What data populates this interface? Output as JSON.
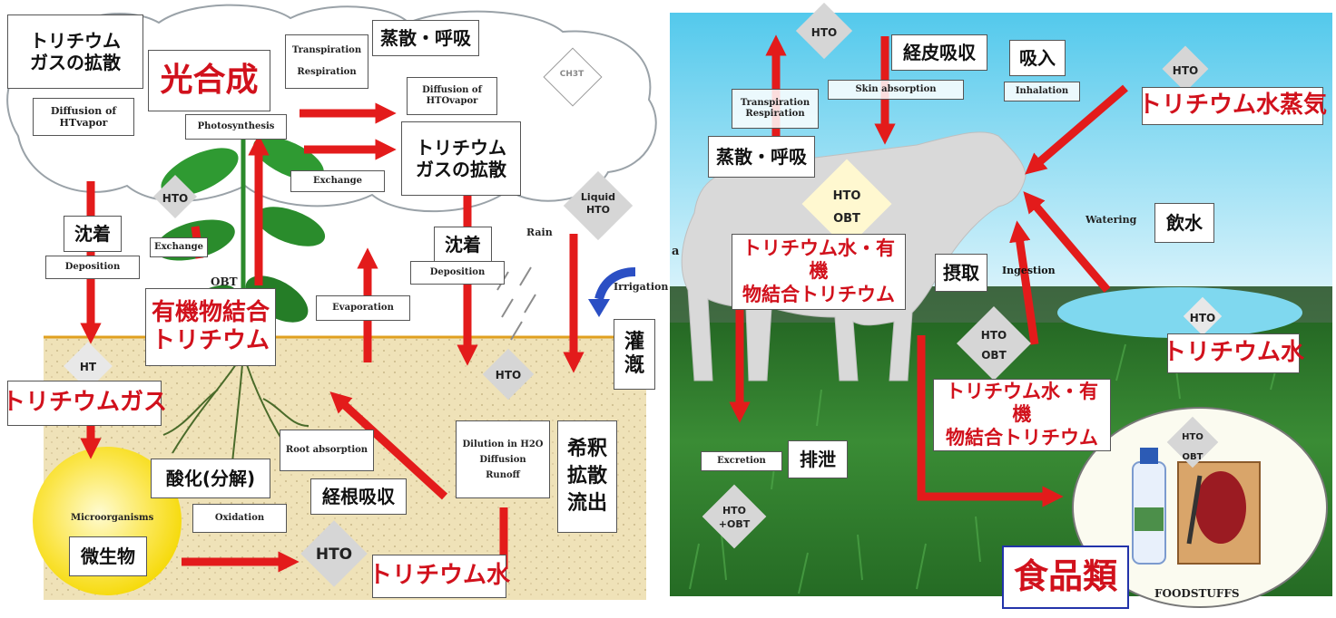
{
  "left": {
    "tritium_gas_diffusion_jp": "トリチウム\nガスの拡散",
    "diffusion_ht_en": "Diffusion of\nHTvapor",
    "photosynthesis_jp": "光合成",
    "photosynthesis_en": "Photosynthesis",
    "transpiration_en": "Transpiration\n\nRespiration",
    "transpiration_jp": "蒸散・呼吸",
    "ch3t": "CH3T",
    "diffusion_hto_en": "Diffusion of\nHTOvapor",
    "tritium_gas_diffusion2_jp": "トリチウム\nガスの拡散",
    "exchange_en": "Exchange",
    "hto_plant": "HTO",
    "exchange2_en": "Exchange",
    "obt_plant": "OBT",
    "deposition_jp": "沈着",
    "deposition_en": "Deposition",
    "deposition2_jp": "沈着",
    "deposition2_en": "Deposition",
    "liquid_hto": "Liquid\nHTO",
    "rain_en": "Rain",
    "irrigation_en": "Irrigation",
    "irrigation_jp": "灌\n漑",
    "obt_jp": "有機物結合\nトリチウム",
    "evaporation_en": "Evaporation",
    "ht": "HT",
    "tritium_gas_jp": "トリチウムガス",
    "hto_soil": "HTO",
    "root_absorption_en": "Root absorption",
    "root_absorption_jp": "経根吸収",
    "dilution_en": "Dilution in H2O\nDiffusion\nRunoff",
    "dilution_jp": "希釈\n拡散\n流出",
    "oxidation_jp": "酸化(分解)",
    "oxidation_en": "Oxidation",
    "microorganisms_en": "Microorganisms",
    "microorganisms_jp": "微生物",
    "hto_bottom": "HTO",
    "tritium_water_jp": "トリチウム水"
  },
  "right": {
    "hto_top": "HTO",
    "skin_absorption_jp": "経皮吸収",
    "skin_absorption_en": "Skin absorption",
    "inhalation_jp": "吸入",
    "inhalation_en": "Inhalation",
    "hto_vapor": "HTO",
    "tritium_vapor_jp": "トリチウム水蒸気",
    "transpiration_en": "Transpiration\nRespiration",
    "transpiration_jp": "蒸散・呼吸",
    "cow_hto_obt": "HTO\nOBT",
    "watering_en": "Watering",
    "watering_jp": "飲水",
    "a_fragment": "a",
    "cow_tritium_jp": "トリチウム水・有機\n物結合トリチウム",
    "intake_jp": "摂取",
    "ingestion_en": "Ingestion",
    "hto_pond": "HTO",
    "tritium_water_jp": "トリチウム水",
    "grass_hto_obt": "HTO\nOBT",
    "grass_tritium_jp": "トリチウム水・有機\n物結合トリチウム",
    "excretion_en": "Excretion",
    "excretion_jp": "排泄",
    "hto_excretion": "HTO\n+OBT",
    "food_hto_obt": "HTO\nOBT",
    "foodstuffs_jp": "食品類",
    "foodstuffs_en": "FOODSTUFFS"
  },
  "colors": {
    "arrow_red": "#e31b1b",
    "label_red": "#d1111c",
    "sky": "#6fd3ee",
    "grass": "#2c7a2a",
    "soil": "#efe2b8",
    "water": "#7fd8ef",
    "diamond": "#d6d6d6"
  }
}
